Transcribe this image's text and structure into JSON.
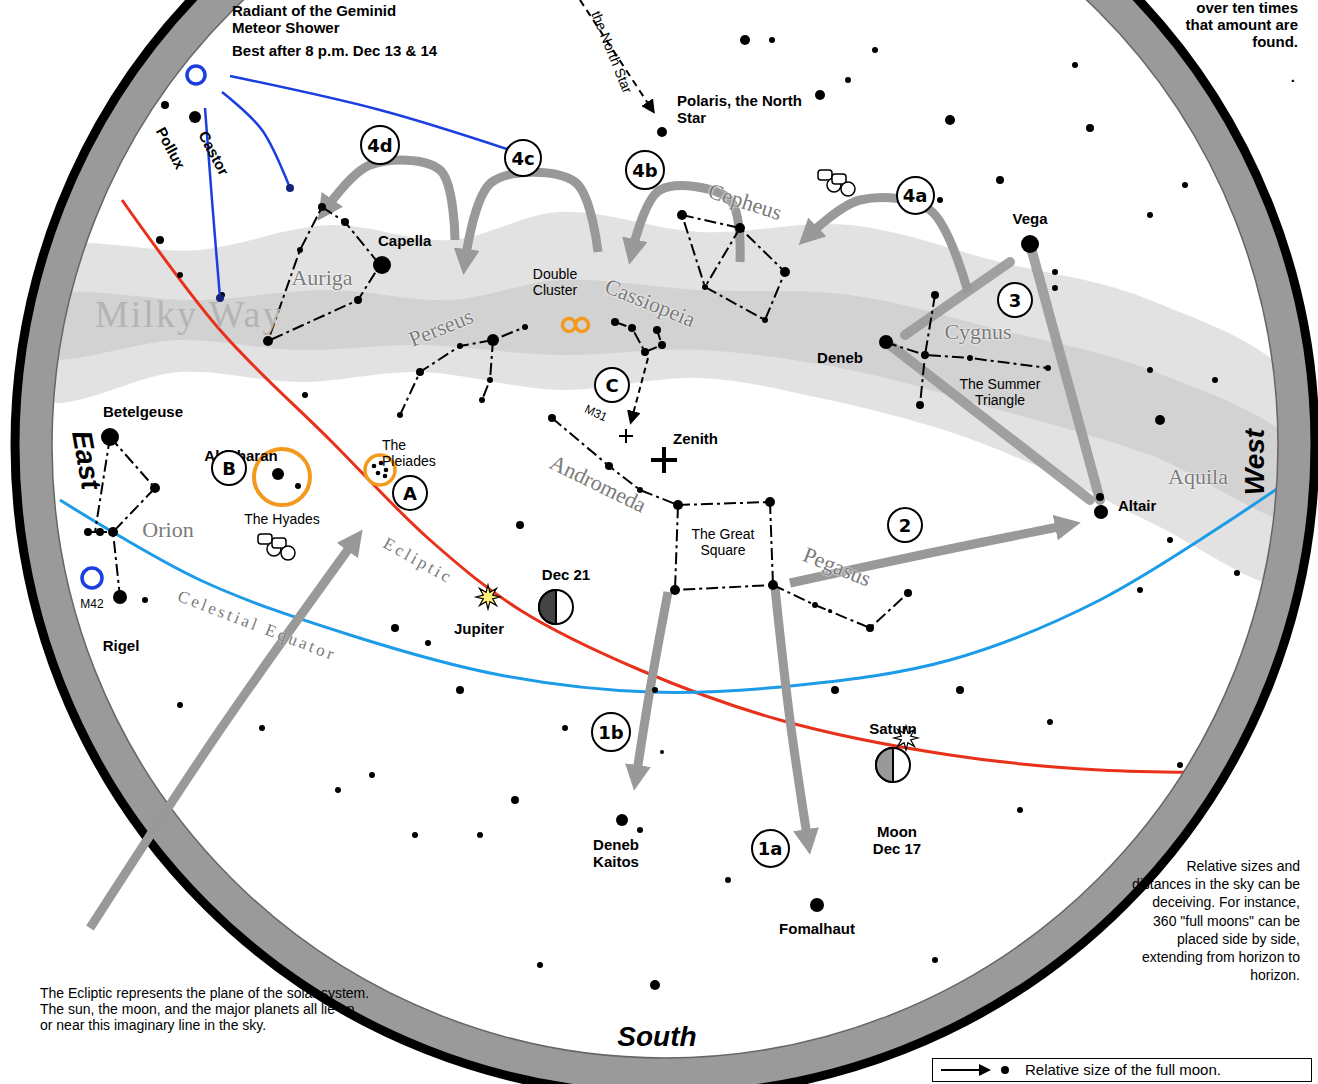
{
  "diagram": {
    "nodes": [
      {
        "text": [
          "4d"
        ]
      },
      {
        "text": [
          "4c"
        ]
      },
      {
        "text": [
          "4b"
        ]
      },
      {
        "text": [
          "4a"
        ]
      },
      {
        "text": [
          "3"
        ]
      },
      {
        "text": [
          "C"
        ]
      },
      {
        "text": [
          "B"
        ]
      },
      {
        "text": [
          "A"
        ]
      },
      {
        "text": [
          "2"
        ]
      },
      {
        "text": [
          "1b"
        ]
      },
      {
        "text": [
          "1a"
        ]
      }
    ],
    "labels": [
      "Radiant of the Geminid Meteor Shower",
      "Best after 8 p.m. Dec 13 & 14",
      "the North Star",
      "Polaris, the North Star",
      "over ten times that amount are found.",
      ".",
      "Pollux",
      "Castor",
      "Capella",
      "Auriga",
      "Milky Way",
      "Perseus",
      "Double Cluster",
      "Cassiopeia",
      "Cepheus",
      "Vega",
      "Deneb",
      "Cygnus",
      "The Summer Triangle",
      "Betelgeuse",
      "East",
      "Aldebaran",
      "The Hyades",
      "The Pleiades",
      "M31",
      "Zenith",
      "Andromeda",
      "Orion",
      "The Great Square",
      "Pegasus",
      "Aquila",
      "Altair",
      "West",
      "M42",
      "Rigel",
      "Celestial Equator",
      "Ecliptic",
      "Jupiter",
      "Dec 21",
      "Saturn",
      "Moon Dec 17",
      "Deneb Kaitos",
      "Fomalhaut",
      "South",
      "The Ecliptic represents the plane of the solar system. The sun, the moon, and the major planets all lie on or near this imaginary line in the sky.",
      "Relative sizes and distances in the sky can be deceiving. For instance, 360 \"full moons\" can be placed side by side, extending from horizon to horizon."
    ],
    "legend": [
      {
        "text": "Relative size of the full moon."
      }
    ]
  }
}
